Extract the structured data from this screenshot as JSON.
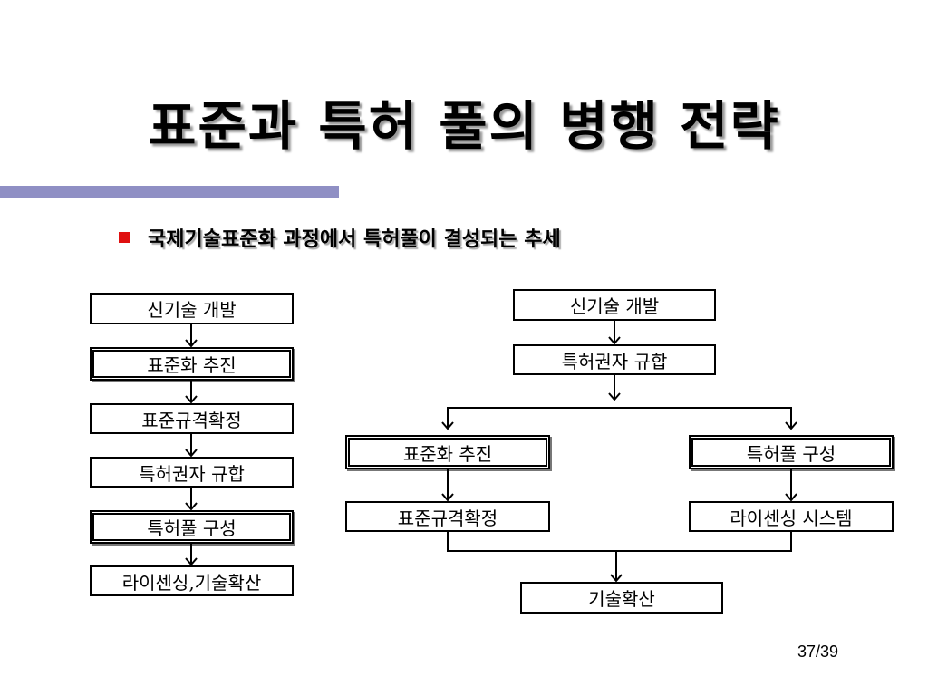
{
  "title": "표준과  특허 풀의 병행 전략",
  "bullet": "국제기술표준화 과정에서 특허풀이 결성되는 추세",
  "left_flow": [
    "신기술 개발",
    "표준화 추진",
    "표준규격확정",
    "특허권자 규합",
    "특허풀 구성",
    "라이센싱,기술확산"
  ],
  "right_flow": {
    "start": "신기술 개발",
    "group": "특허권자 규합",
    "branch_left": [
      "표준화 추진",
      "표준규격확정"
    ],
    "branch_right": [
      "특허풀 구성",
      "라이센싱 시스템"
    ],
    "end": "기술확산"
  },
  "page_number": "37/39",
  "colors": {
    "title_bar": "#8f8fc4",
    "bullet": "#e01010"
  }
}
